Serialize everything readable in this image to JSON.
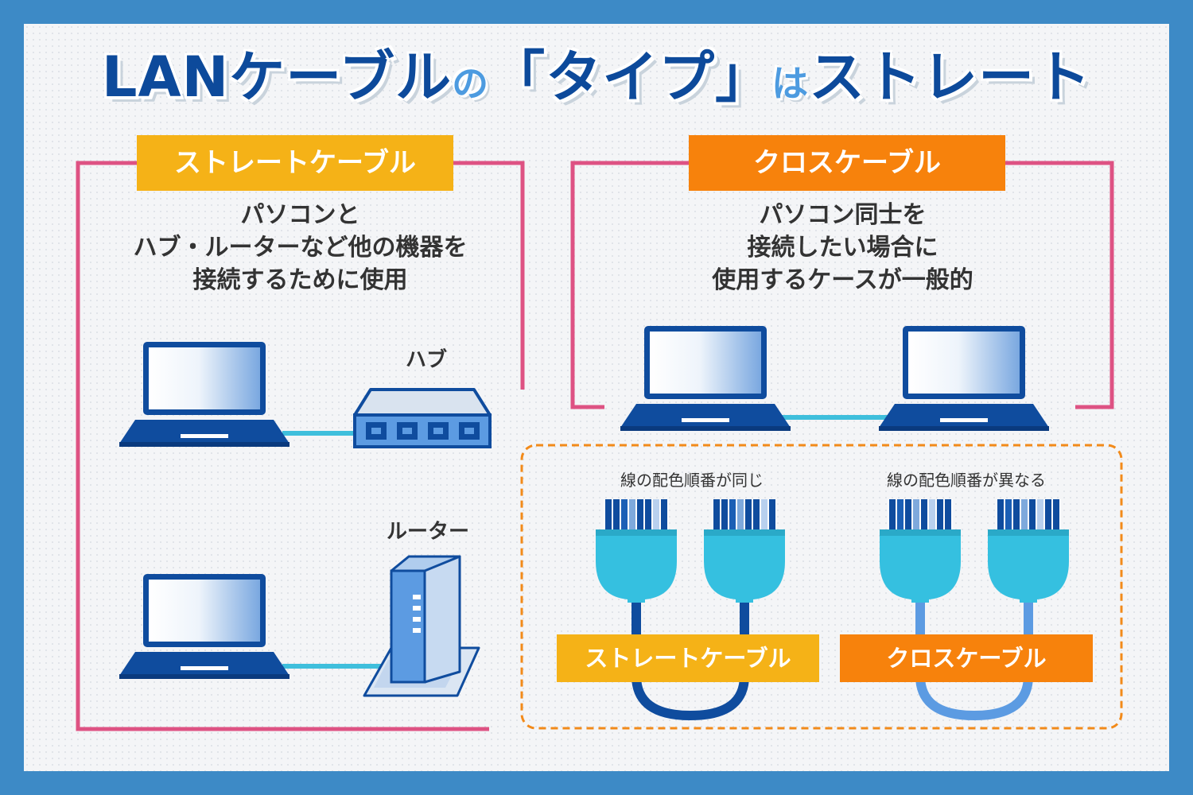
{
  "title": {
    "part1": "LANケーブル",
    "part2": "の",
    "part3": "「タイプ」",
    "part4": "は",
    "part5": "ストレート"
  },
  "left_panel": {
    "label": "ストレートケーブル",
    "description": [
      "パソコンと",
      "ハブ・ルーターなど他の機器を",
      "接続するために使用"
    ],
    "hub_label": "ハブ",
    "router_label": "ルーター"
  },
  "right_panel": {
    "label": "クロスケーブル",
    "description": [
      "パソコン同士を",
      "接続したい場合に",
      "使用するケースが一般的"
    ]
  },
  "comparison": {
    "straight_caption": "線の配色順番が同じ",
    "cross_caption": "線の配色順番が異なる",
    "straight_label": "ストレートケーブル",
    "cross_label": "クロスケーブル"
  },
  "colors": {
    "frame_blue": "#3d8ac6",
    "title_blue": "#0d4a9b",
    "pink_border": "#de5283",
    "yellow_label": "#f5b217",
    "orange_label": "#f7820c",
    "cable_cyan": "#3fbfdc",
    "connector_cyan": "#35c0e0",
    "laptop_navy": "#0f4c9e"
  },
  "icons": [
    "laptop-icon",
    "hub-icon",
    "router-icon",
    "rj45-connector-icon",
    "cable-loop-icon"
  ]
}
